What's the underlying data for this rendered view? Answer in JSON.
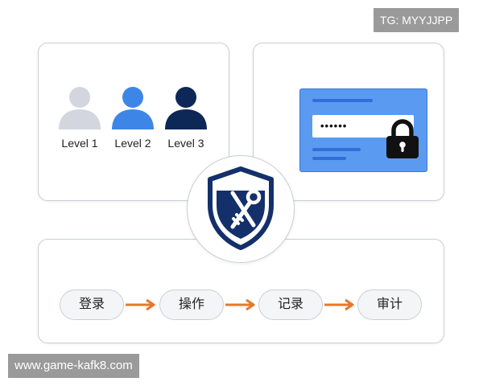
{
  "overlay": {
    "tg_badge": "TG: MYYJJPP",
    "site_url": "www.game-kafk8.com"
  },
  "levels": [
    {
      "label": "Level 1",
      "color": "#d3d6de",
      "icon": "person-icon"
    },
    {
      "label": "Level 2",
      "color": "#3d86e8",
      "icon": "person-icon"
    },
    {
      "label": "Level 3",
      "color": "#0d2757",
      "icon": "person-icon"
    }
  ],
  "password": {
    "masked_value": "••••••",
    "card_color": "#5b9af1",
    "lock_icon": "padlock-icon"
  },
  "center": {
    "icon": "shield-key-icon",
    "shield_color": "#14306b"
  },
  "process": {
    "steps": [
      "登录",
      "操作",
      "记录",
      "审计"
    ],
    "arrow_color": "#e8772b"
  }
}
